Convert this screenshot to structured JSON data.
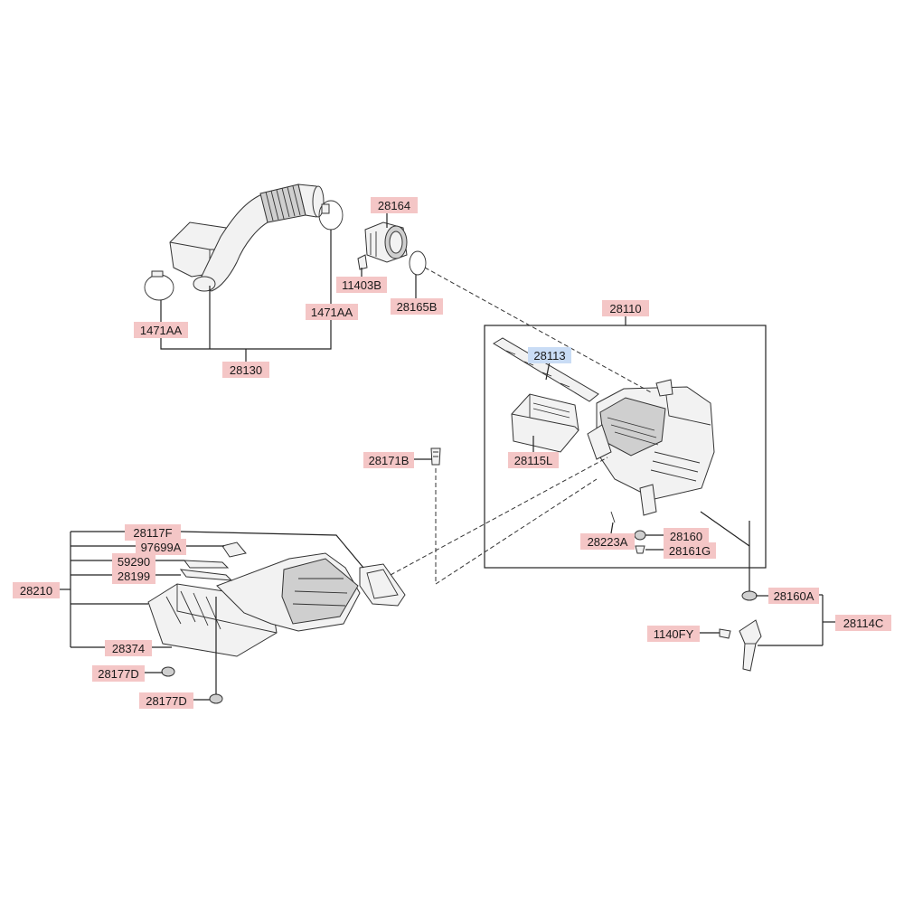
{
  "colors": {
    "label_fill": "#f4c6c6",
    "label_highlight_fill": "#c9dcf5",
    "line": "#222222"
  },
  "labels": {
    "p28164": "28164",
    "p11403B": "11403B",
    "p28165B": "28165B",
    "p1471AA_left": "1471AA",
    "p1471AA_right": "1471AA",
    "p28130": "28130",
    "p28110": "28110",
    "p28113": "28113",
    "p28115L": "28115L",
    "p28171B": "28171B",
    "p28223A": "28223A",
    "p28160": "28160",
    "p28161G": "28161G",
    "p28117F": "28117F",
    "p97699A": "97699A",
    "p59290": "59290",
    "p28199": "28199",
    "p28210": "28210",
    "p28374": "28374",
    "p28177D_1": "28177D",
    "p28177D_2": "28177D",
    "p28160A": "28160A",
    "p28114C": "28114C",
    "p1140FY": "1140FY"
  }
}
